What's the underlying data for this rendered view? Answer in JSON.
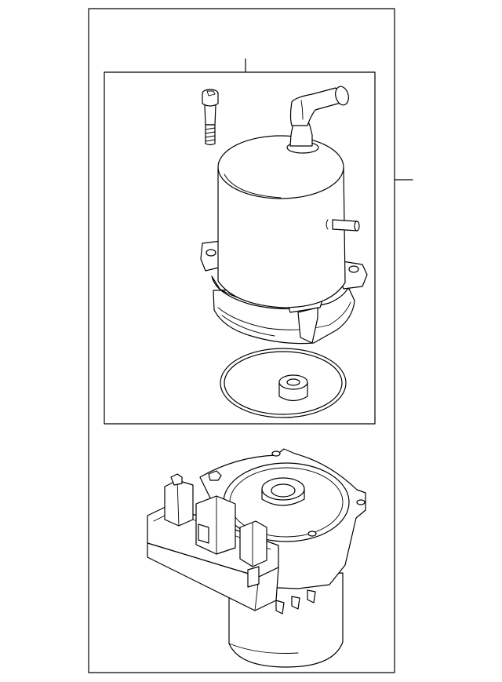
{
  "diagram": {
    "kind": "exploded-parts-illustration",
    "line_color": "#000000",
    "background": "#ffffff",
    "parts": [
      {
        "id": "reservoir-assembly",
        "shown_in_inset": true
      },
      {
        "id": "cap-screw",
        "shown_in_inset": true
      },
      {
        "id": "o-ring-seal",
        "shown_in_inset": true
      },
      {
        "id": "spacer-bushing",
        "shown_in_inset": true
      },
      {
        "id": "electric-pump-motor-unit",
        "shown_in_inset": false
      }
    ],
    "callouts": [
      {
        "target": "inset-box",
        "label": ""
      },
      {
        "target": "outer-frame",
        "label": ""
      }
    ]
  }
}
